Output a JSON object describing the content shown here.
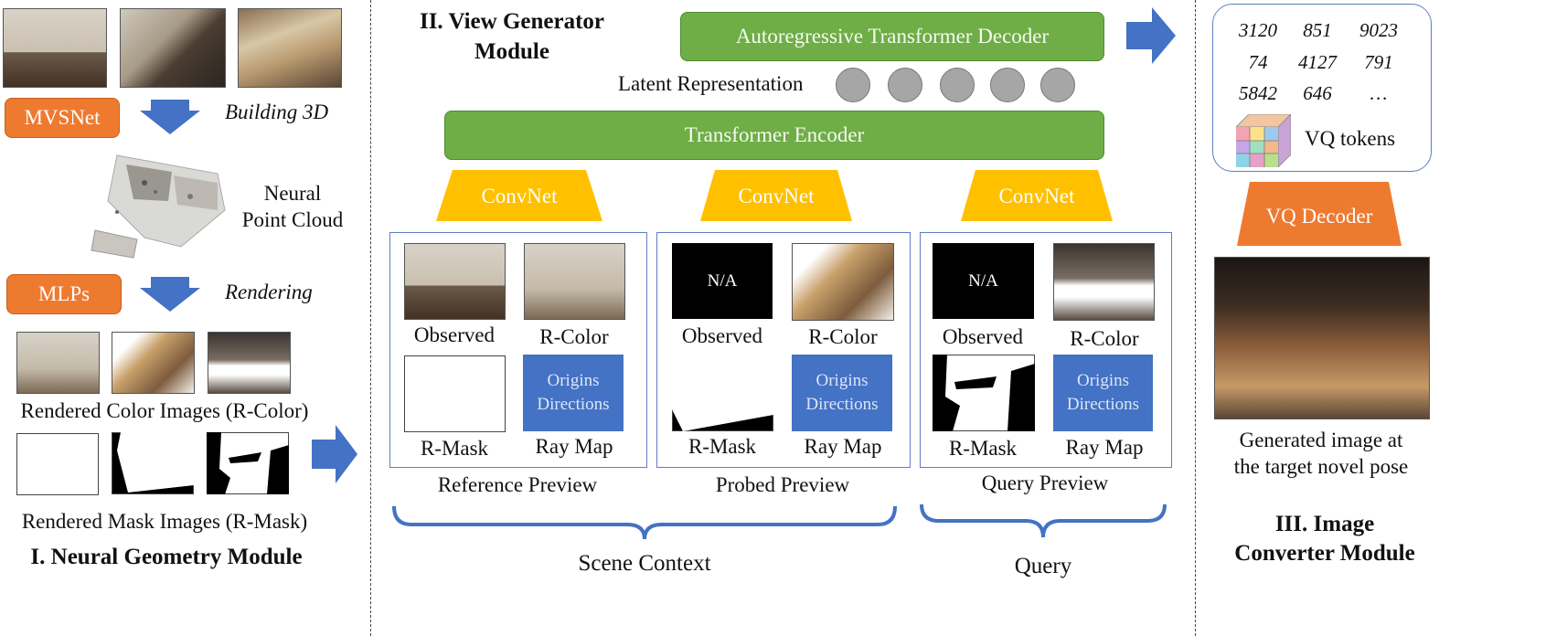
{
  "section1": {
    "mvsnet": "MVSNet",
    "building": "Building 3D",
    "cloud_line1": "Neural",
    "cloud_line2": "Point Cloud",
    "mlps": "MLPs",
    "rendering": "Rendering",
    "rcolor_caption": "Rendered Color Images (R-Color)",
    "rmask_caption": "Rendered Mask Images (R-Mask)",
    "title": "I. Neural Geometry Module"
  },
  "section2": {
    "title_line1": "II. View Generator",
    "title_line2": "Module",
    "decoder": "Autoregressive Transformer Decoder",
    "latent": "Latent Representation",
    "encoder": "Transformer Encoder",
    "convnet": "ConvNet",
    "observed": "Observed",
    "rcolor": "R-Color",
    "rmask": "R-Mask",
    "raymap": "Ray Map",
    "origins": "Origins",
    "directions": "Directions",
    "na": "N/A",
    "reference_preview": "Reference Preview",
    "probed_preview": "Probed Preview",
    "query_preview": "Query Preview",
    "scene_context": "Scene Context",
    "query": "Query"
  },
  "section3": {
    "tokens": [
      "3120",
      "851",
      "9023",
      "74",
      "4127",
      "791",
      "5842",
      "646",
      "…"
    ],
    "vq_tokens": "VQ tokens",
    "vq_decoder": "VQ Decoder",
    "generated_line1": "Generated image at",
    "generated_line2": "the target novel pose",
    "title_line1": "III. Image",
    "title_line2": "Converter Module"
  },
  "colors": {
    "orange": "#ee7a30",
    "green": "#6fad47",
    "yellow": "#ffc000",
    "blue": "#4472c4",
    "grey_token": "#a6a6a6"
  }
}
